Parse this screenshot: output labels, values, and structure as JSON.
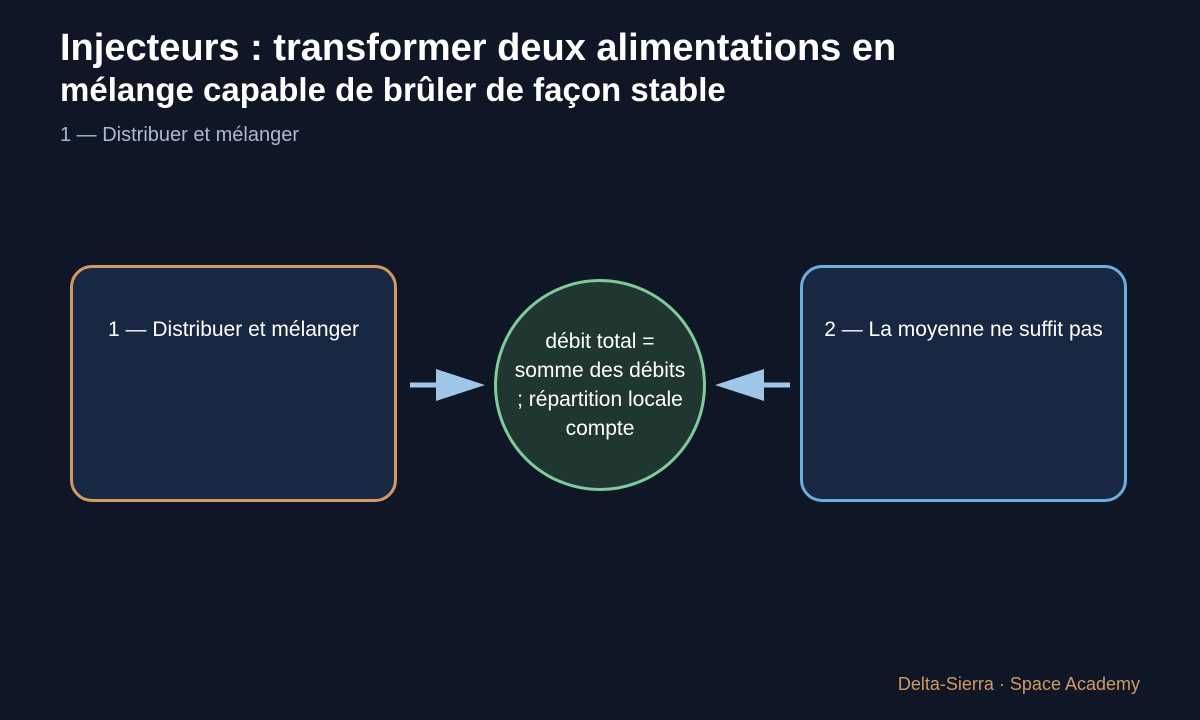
{
  "title": {
    "line1": "Injecteurs : transformer deux alimentations en",
    "line2": "mélange capable de brûler de façon stable"
  },
  "subtitle": "1 — Distribuer et mélanger",
  "diagram": {
    "left_box": {
      "label": "1 — Distribuer et mélanger",
      "border_color": "#d29a62"
    },
    "center_node": {
      "label": "débit total = somme des débits ; répartition locale compte",
      "border_color": "#7fcb9b"
    },
    "right_box": {
      "label": "2 — La moyenne ne suffit pas",
      "border_color": "#6aaedc"
    },
    "arrow_color": "#9fc6e6"
  },
  "footer": "Delta-Sierra · Space Academy"
}
